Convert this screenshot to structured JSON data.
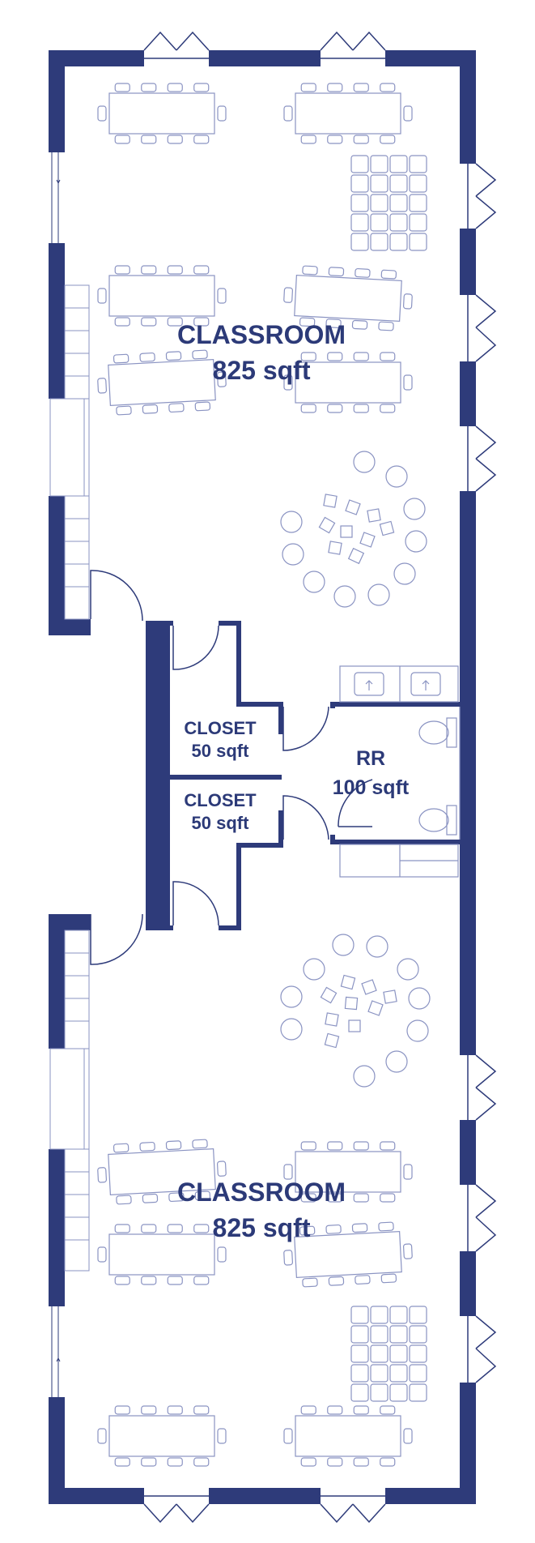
{
  "colors": {
    "wall": "#2e3b7a",
    "furniture": "#8a93c2",
    "label": "#2c3a78",
    "background": "#ffffff"
  },
  "rooms": {
    "classroom_top": {
      "name": "CLASSROOM",
      "area": "825 sqft"
    },
    "classroom_bottom": {
      "name": "CLASSROOM",
      "area": "825 sqft"
    },
    "closet_upper": {
      "name": "CLOSET",
      "area": "50 sqft"
    },
    "closet_lower": {
      "name": "CLOSET",
      "area": "50 sqft"
    },
    "restroom": {
      "name": "RR",
      "area": "100 sqft"
    }
  }
}
